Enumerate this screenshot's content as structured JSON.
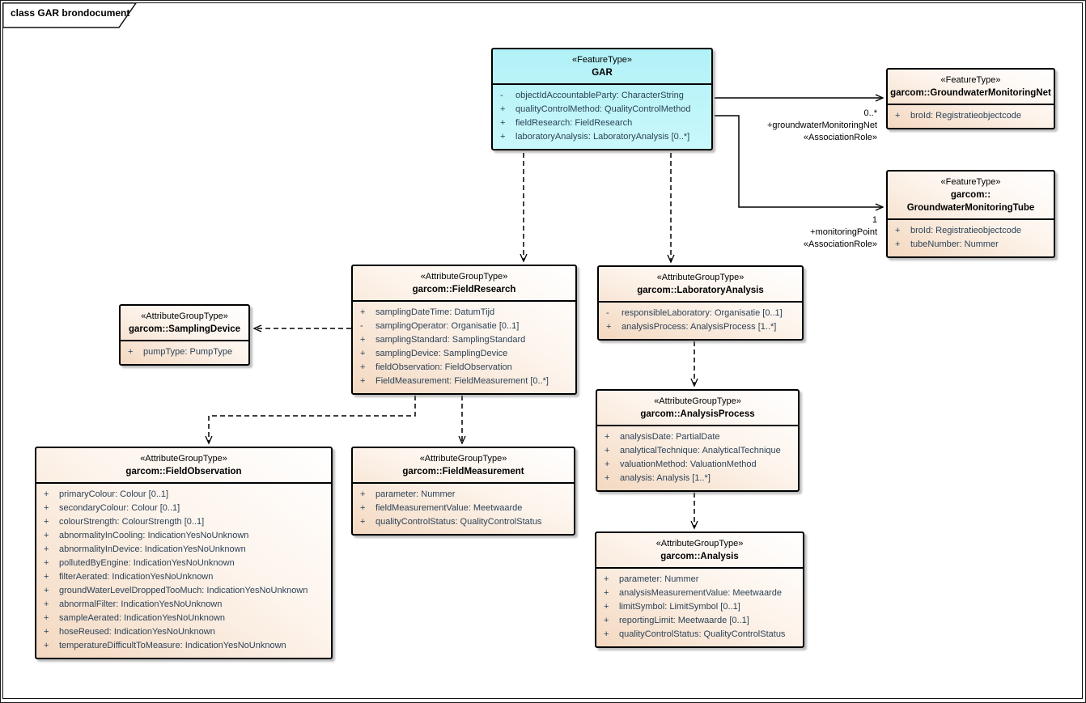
{
  "frame": {
    "title": "class GAR brondocument"
  },
  "colors": {
    "feature_type_fill": "#b9f4f9",
    "attribute_group_fill": "#f3d8c0",
    "attribute_text": "#2d4257",
    "border": "#000000"
  },
  "classes": [
    {
      "stereotype": "«FeatureType»",
      "name": "GAR",
      "attributes": [
        {
          "vis": "-",
          "text": "objectIdAccountableParty: CharacterString"
        },
        {
          "vis": "+",
          "text": "qualityControlMethod: QualityControlMethod"
        },
        {
          "vis": "+",
          "text": "fieldResearch: FieldResearch"
        },
        {
          "vis": "+",
          "text": "laboratoryAnalysis: LaboratoryAnalysis [0..*]"
        }
      ]
    },
    {
      "stereotype": "«FeatureType»",
      "name": "garcom::GroundwaterMonitoringNet",
      "attributes": [
        {
          "vis": "+",
          "text": "broId: Registratieobjectcode"
        }
      ]
    },
    {
      "stereotype": "«FeatureType»",
      "name": "garcom::\nGroundwaterMonitoringTube",
      "attributes": [
        {
          "vis": "+",
          "text": "broId: Registratieobjectcode"
        },
        {
          "vis": "+",
          "text": "tubeNumber: Nummer"
        }
      ]
    },
    {
      "stereotype": "«AttributeGroupType»",
      "name": "garcom::FieldResearch",
      "attributes": [
        {
          "vis": "+",
          "text": "samplingDateTime: DatumTijd"
        },
        {
          "vis": "-",
          "text": "samplingOperator: Organisatie [0..1]"
        },
        {
          "vis": "+",
          "text": "samplingStandard: SamplingStandard"
        },
        {
          "vis": "+",
          "text": "samplingDevice: SamplingDevice"
        },
        {
          "vis": "+",
          "text": "fieldObservation: FieldObservation"
        },
        {
          "vis": "+",
          "text": "FieldMeasurement: FieldMeasurement [0..*]"
        }
      ]
    },
    {
      "stereotype": "«AttributeGroupType»",
      "name": "garcom::LaboratoryAnalysis",
      "attributes": [
        {
          "vis": "-",
          "text": "responsibleLaboratory: Organisatie [0..1]"
        },
        {
          "vis": "+",
          "text": "analysisProcess: AnalysisProcess [1..*]"
        }
      ]
    },
    {
      "stereotype": "«AttributeGroupType»",
      "name": "garcom::SamplingDevice",
      "attributes": [
        {
          "vis": "+",
          "text": "pumpType: PumpType"
        }
      ]
    },
    {
      "stereotype": "«AttributeGroupType»",
      "name": "garcom::FieldObservation",
      "attributes": [
        {
          "vis": "+",
          "text": "primaryColour: Colour [0..1]"
        },
        {
          "vis": "+",
          "text": "secondaryColour: Colour [0..1]"
        },
        {
          "vis": "+",
          "text": "colourStrength: ColourStrength [0..1]"
        },
        {
          "vis": "+",
          "text": "abnormalityInCooling: IndicationYesNoUnknown"
        },
        {
          "vis": "+",
          "text": "abnormalityInDevice: IndicationYesNoUnknown"
        },
        {
          "vis": "+",
          "text": "pollutedByEngine: IndicationYesNoUnknown"
        },
        {
          "vis": "+",
          "text": "filterAerated: IndicationYesNoUnknown"
        },
        {
          "vis": "+",
          "text": "groundWaterLevelDroppedTooMuch: IndicationYesNoUnknown"
        },
        {
          "vis": "+",
          "text": "abnormalFilter: IndicationYesNoUnknown"
        },
        {
          "vis": "+",
          "text": "sampleAerated: IndicationYesNoUnknown"
        },
        {
          "vis": "+",
          "text": "hoseReused: IndicationYesNoUnknown"
        },
        {
          "vis": "+",
          "text": "temperatureDifficultToMeasure: IndicationYesNoUnknown"
        }
      ]
    },
    {
      "stereotype": "«AttributeGroupType»",
      "name": "garcom::FieldMeasurement",
      "attributes": [
        {
          "vis": "+",
          "text": "parameter: Nummer"
        },
        {
          "vis": "+",
          "text": "fieldMeasurementValue: Meetwaarde"
        },
        {
          "vis": "+",
          "text": "qualityControlStatus: QualityControlStatus"
        }
      ]
    },
    {
      "stereotype": "«AttributeGroupType»",
      "name": "garcom::AnalysisProcess",
      "attributes": [
        {
          "vis": "+",
          "text": "analysisDate: PartialDate"
        },
        {
          "vis": "+",
          "text": "analyticalTechnique: AnalyticalTechnique"
        },
        {
          "vis": "+",
          "text": "valuationMethod: ValuationMethod"
        },
        {
          "vis": "+",
          "text": "analysis: Analysis [1..*]"
        }
      ]
    },
    {
      "stereotype": "«AttributeGroupType»",
      "name": "garcom::Analysis",
      "attributes": [
        {
          "vis": "+",
          "text": "parameter: Nummer"
        },
        {
          "vis": "+",
          "text": "analysisMeasurementValue: Meetwaarde"
        },
        {
          "vis": "+",
          "text": "limitSymbol: LimitSymbol [0..1]"
        },
        {
          "vis": "+",
          "text": "reportingLimit: Meetwaarde [0..1]"
        },
        {
          "vis": "+",
          "text": "qualityControlStatus: QualityControlStatus"
        }
      ]
    }
  ],
  "connector_labels": {
    "net": {
      "multiplicity": "0..*",
      "role": "+groundwaterMonitoringNet",
      "stereotype": "«AssociationRole»"
    },
    "tube": {
      "multiplicity": "1",
      "role": "+monitoringPoint",
      "stereotype": "«AssociationRole»"
    }
  }
}
